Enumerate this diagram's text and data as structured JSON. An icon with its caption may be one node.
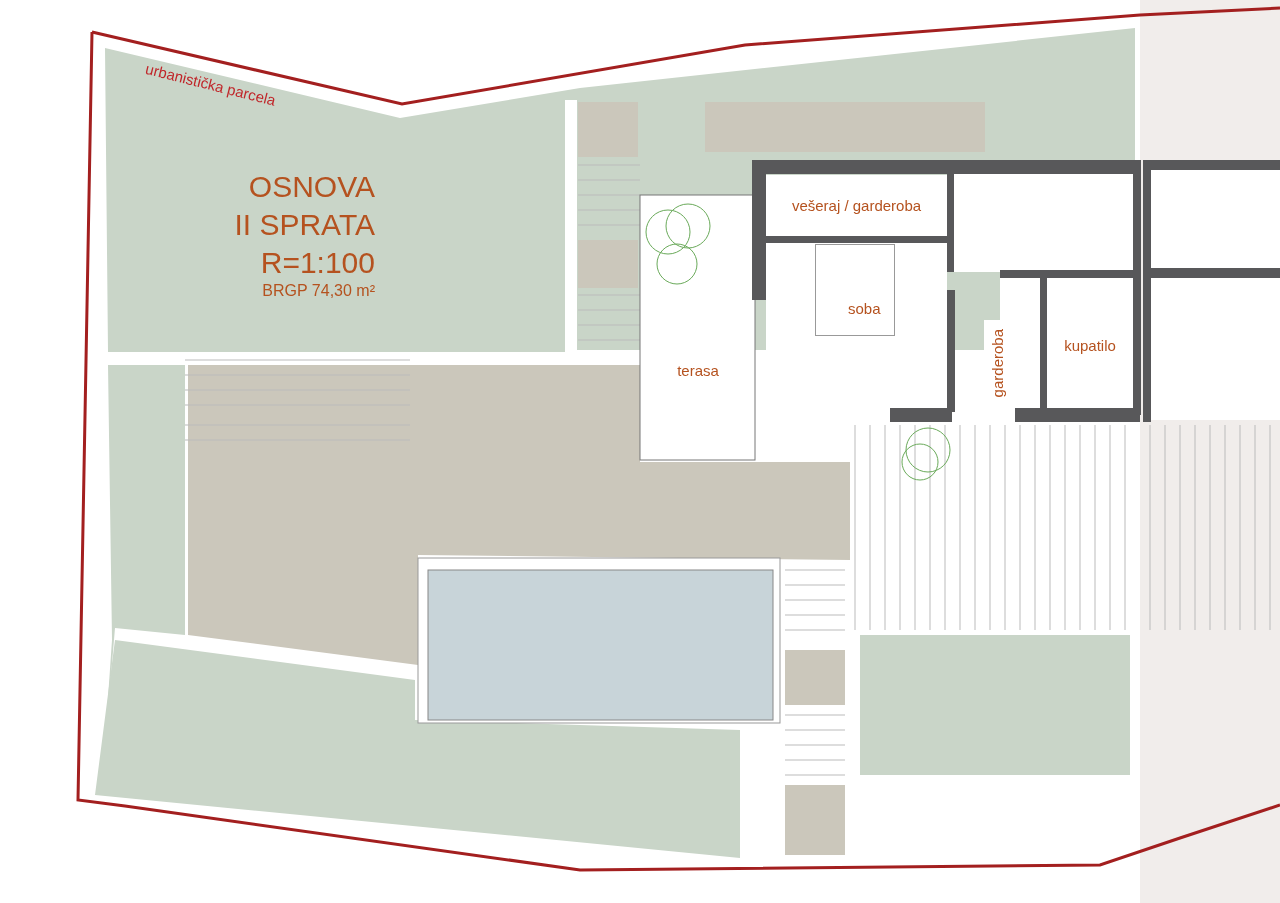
{
  "diagram": {
    "title": "OSNOVA II SPRATA",
    "nodes": [
      {
        "text": [
          "vešeraj / garderoba"
        ]
      },
      {
        "text": [
          "soba"
        ]
      },
      {
        "text": [
          "garderoba"
        ]
      },
      {
        "text": [
          "kupatilo"
        ]
      },
      {
        "text": [
          "terasa"
        ]
      }
    ],
    "labels": [
      "urbanistička parcela",
      "R=1:100",
      "BRGP 74,30 m²"
    ]
  }
}
